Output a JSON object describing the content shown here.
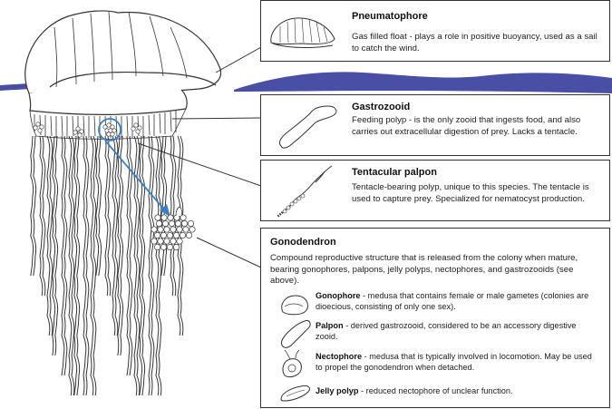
{
  "colors": {
    "water": "#4a4fa6",
    "outline": "#333333",
    "arrow": "#3a7fc0"
  },
  "pneumatophore": {
    "title": "Pneumatophore",
    "desc": "Gas filled float - plays a role in positive buoyancy, used as a sail to catch the wind."
  },
  "gastrozooid": {
    "title": "Gastrozooid",
    "desc": "Feeding polyp - is the only zooid that ingests food, and also carries out extracellular digestion of prey. Lacks a tentacle."
  },
  "tentacular_palpon": {
    "title": "Tentacular palpon",
    "desc": "Tentacle-bearing polyp, unique to this species. The tentacle is used to capture prey. Specialized for nematocyst production."
  },
  "gonodendron": {
    "title": "Gonodendron",
    "desc": "Compound reproductive structure that is released from the colony when mature, bearing gonophores, palpons, jelly polyps, nectophores, and gastrozooids (see above).",
    "items": [
      {
        "name": "Gonophore",
        "desc": " - medusa that contains female or male gametes (colonies are dioecious, consisting of only one sex)."
      },
      {
        "name": "Palpon",
        "desc": " - derived gastrozooid, considered to be an accessory digestive zooid."
      },
      {
        "name": "Nectophore",
        "desc": " - medusa that is typically involved in locomotion. May be used to propel the gonodendron when detached."
      },
      {
        "name": "Jelly polyp",
        "desc": " - reduced nectophore of unclear function."
      }
    ]
  }
}
